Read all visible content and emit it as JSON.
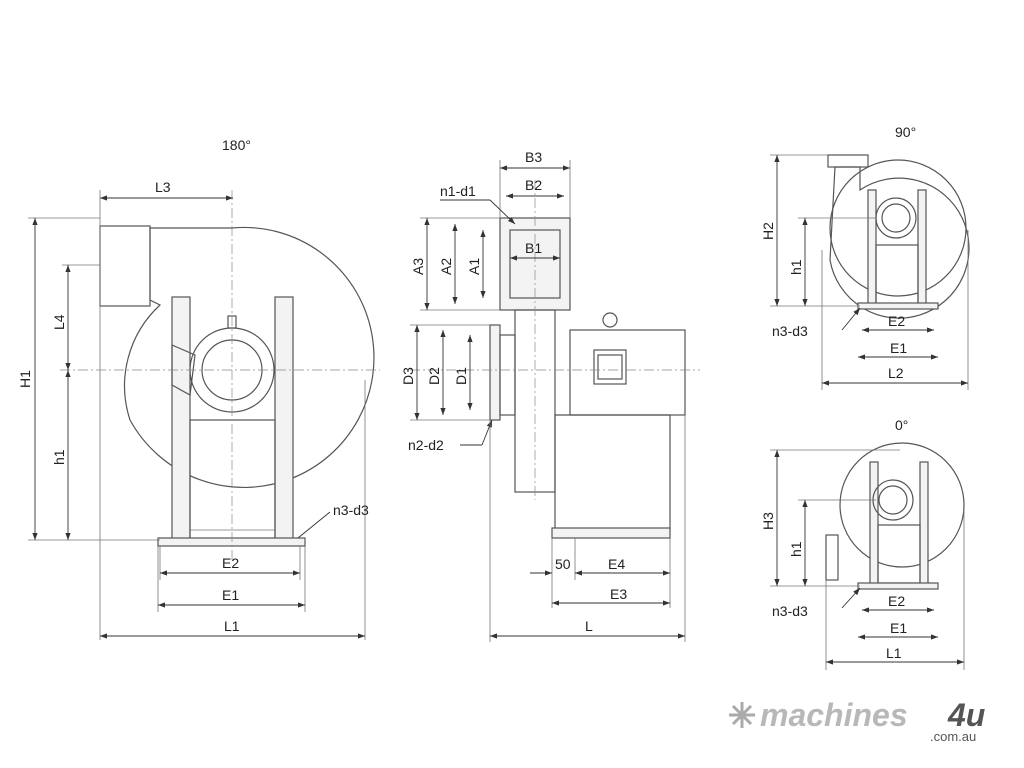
{
  "views": {
    "side_180": {
      "title": "180°",
      "labels": {
        "L3": "L3",
        "H1": "H1",
        "L4": "L4",
        "h1": "h1",
        "n3d3": "n3-d3",
        "E2": "E2",
        "E1": "E1",
        "L1": "L1"
      }
    },
    "front": {
      "labels": {
        "B3": "B3",
        "B2": "B2",
        "n1d1": "n1-d1",
        "B1": "B1",
        "A3": "A3",
        "A2": "A2",
        "A1": "A1",
        "D3": "D3",
        "D2": "D2",
        "D1": "D1",
        "n2d2": "n2-d2",
        "fifty": "50",
        "E4": "E4",
        "E3": "E3",
        "L": "L"
      }
    },
    "side_90": {
      "title": "90°",
      "labels": {
        "H2": "H2",
        "h1": "h1",
        "n3d3": "n3-d3",
        "E2": "E2",
        "E1": "E1",
        "L2": "L2"
      }
    },
    "side_0": {
      "title": "0°",
      "labels": {
        "H3": "H3",
        "h1": "h1",
        "n3d3": "n3-d3",
        "E2": "E2",
        "E1": "E1",
        "L1": "L1"
      }
    }
  },
  "watermark": {
    "brand": "machines",
    "brand_num": "4u",
    "domain": ".com.au"
  }
}
